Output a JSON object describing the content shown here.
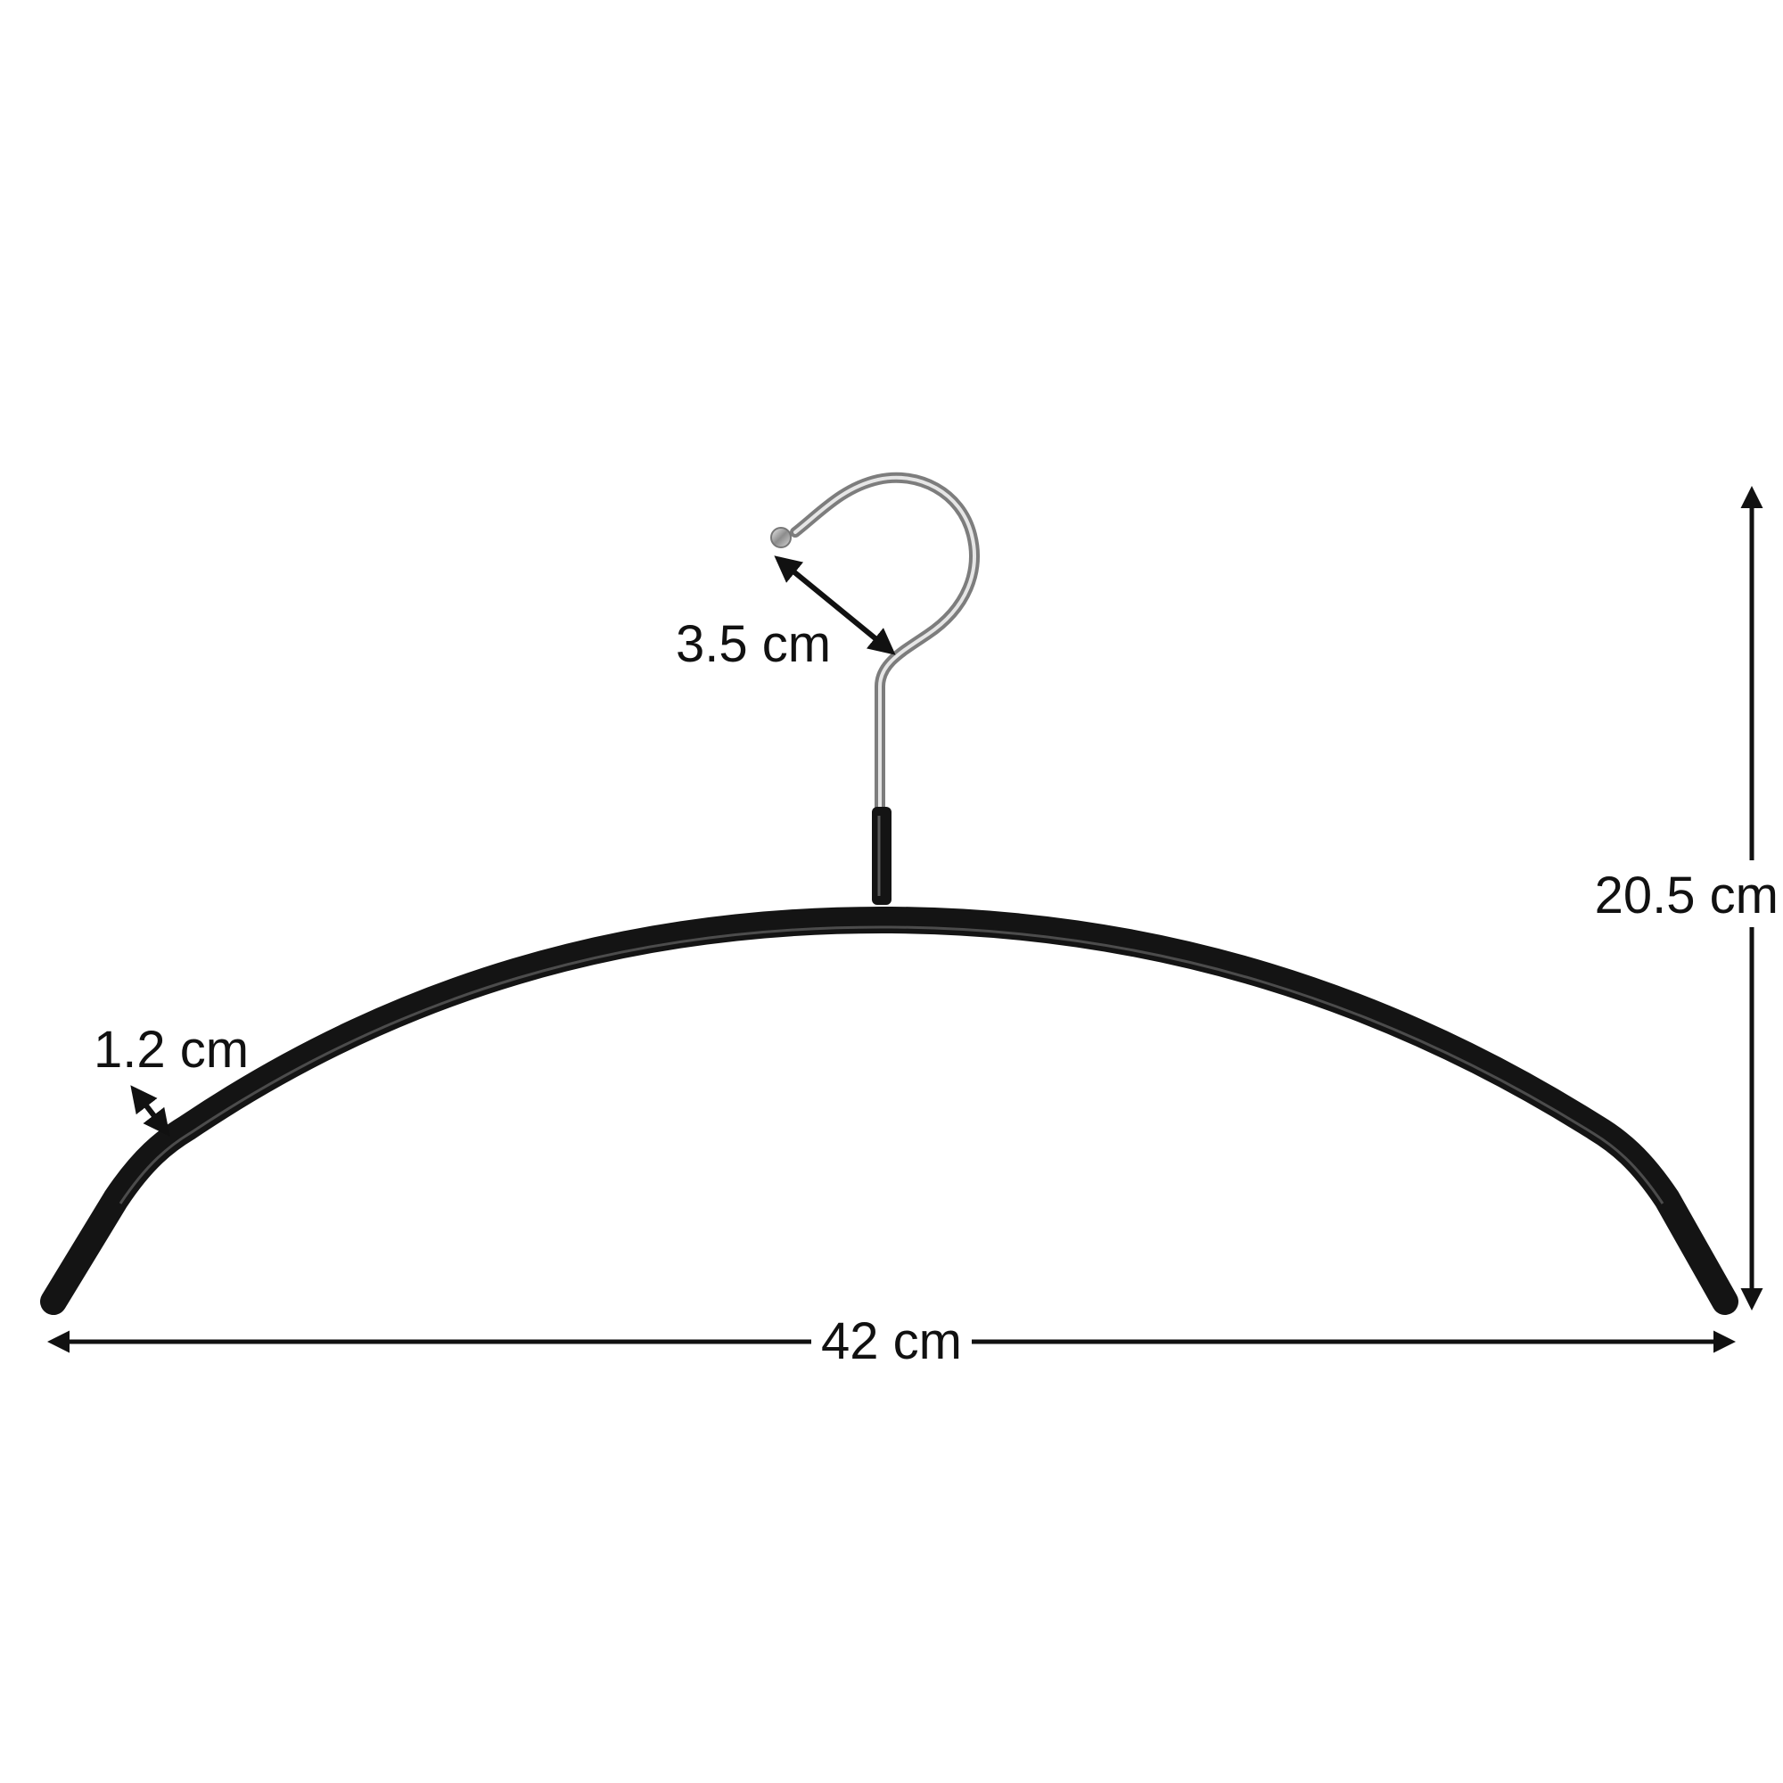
{
  "image": {
    "subject": "clothes-hanger",
    "background_color": "#ffffff"
  },
  "colors": {
    "hanger_body": "#141414",
    "hanger_highlight": "#5a5a5a",
    "hook_metal": "#9a9a9a",
    "hook_metal_light": "#e8e8e8",
    "dimension_line": "#111111"
  },
  "dimensions": {
    "width_label": "42 cm",
    "height_label": "20.5 cm",
    "hook_opening_label": "3.5 cm",
    "bar_thickness_label": "1.2 cm"
  }
}
